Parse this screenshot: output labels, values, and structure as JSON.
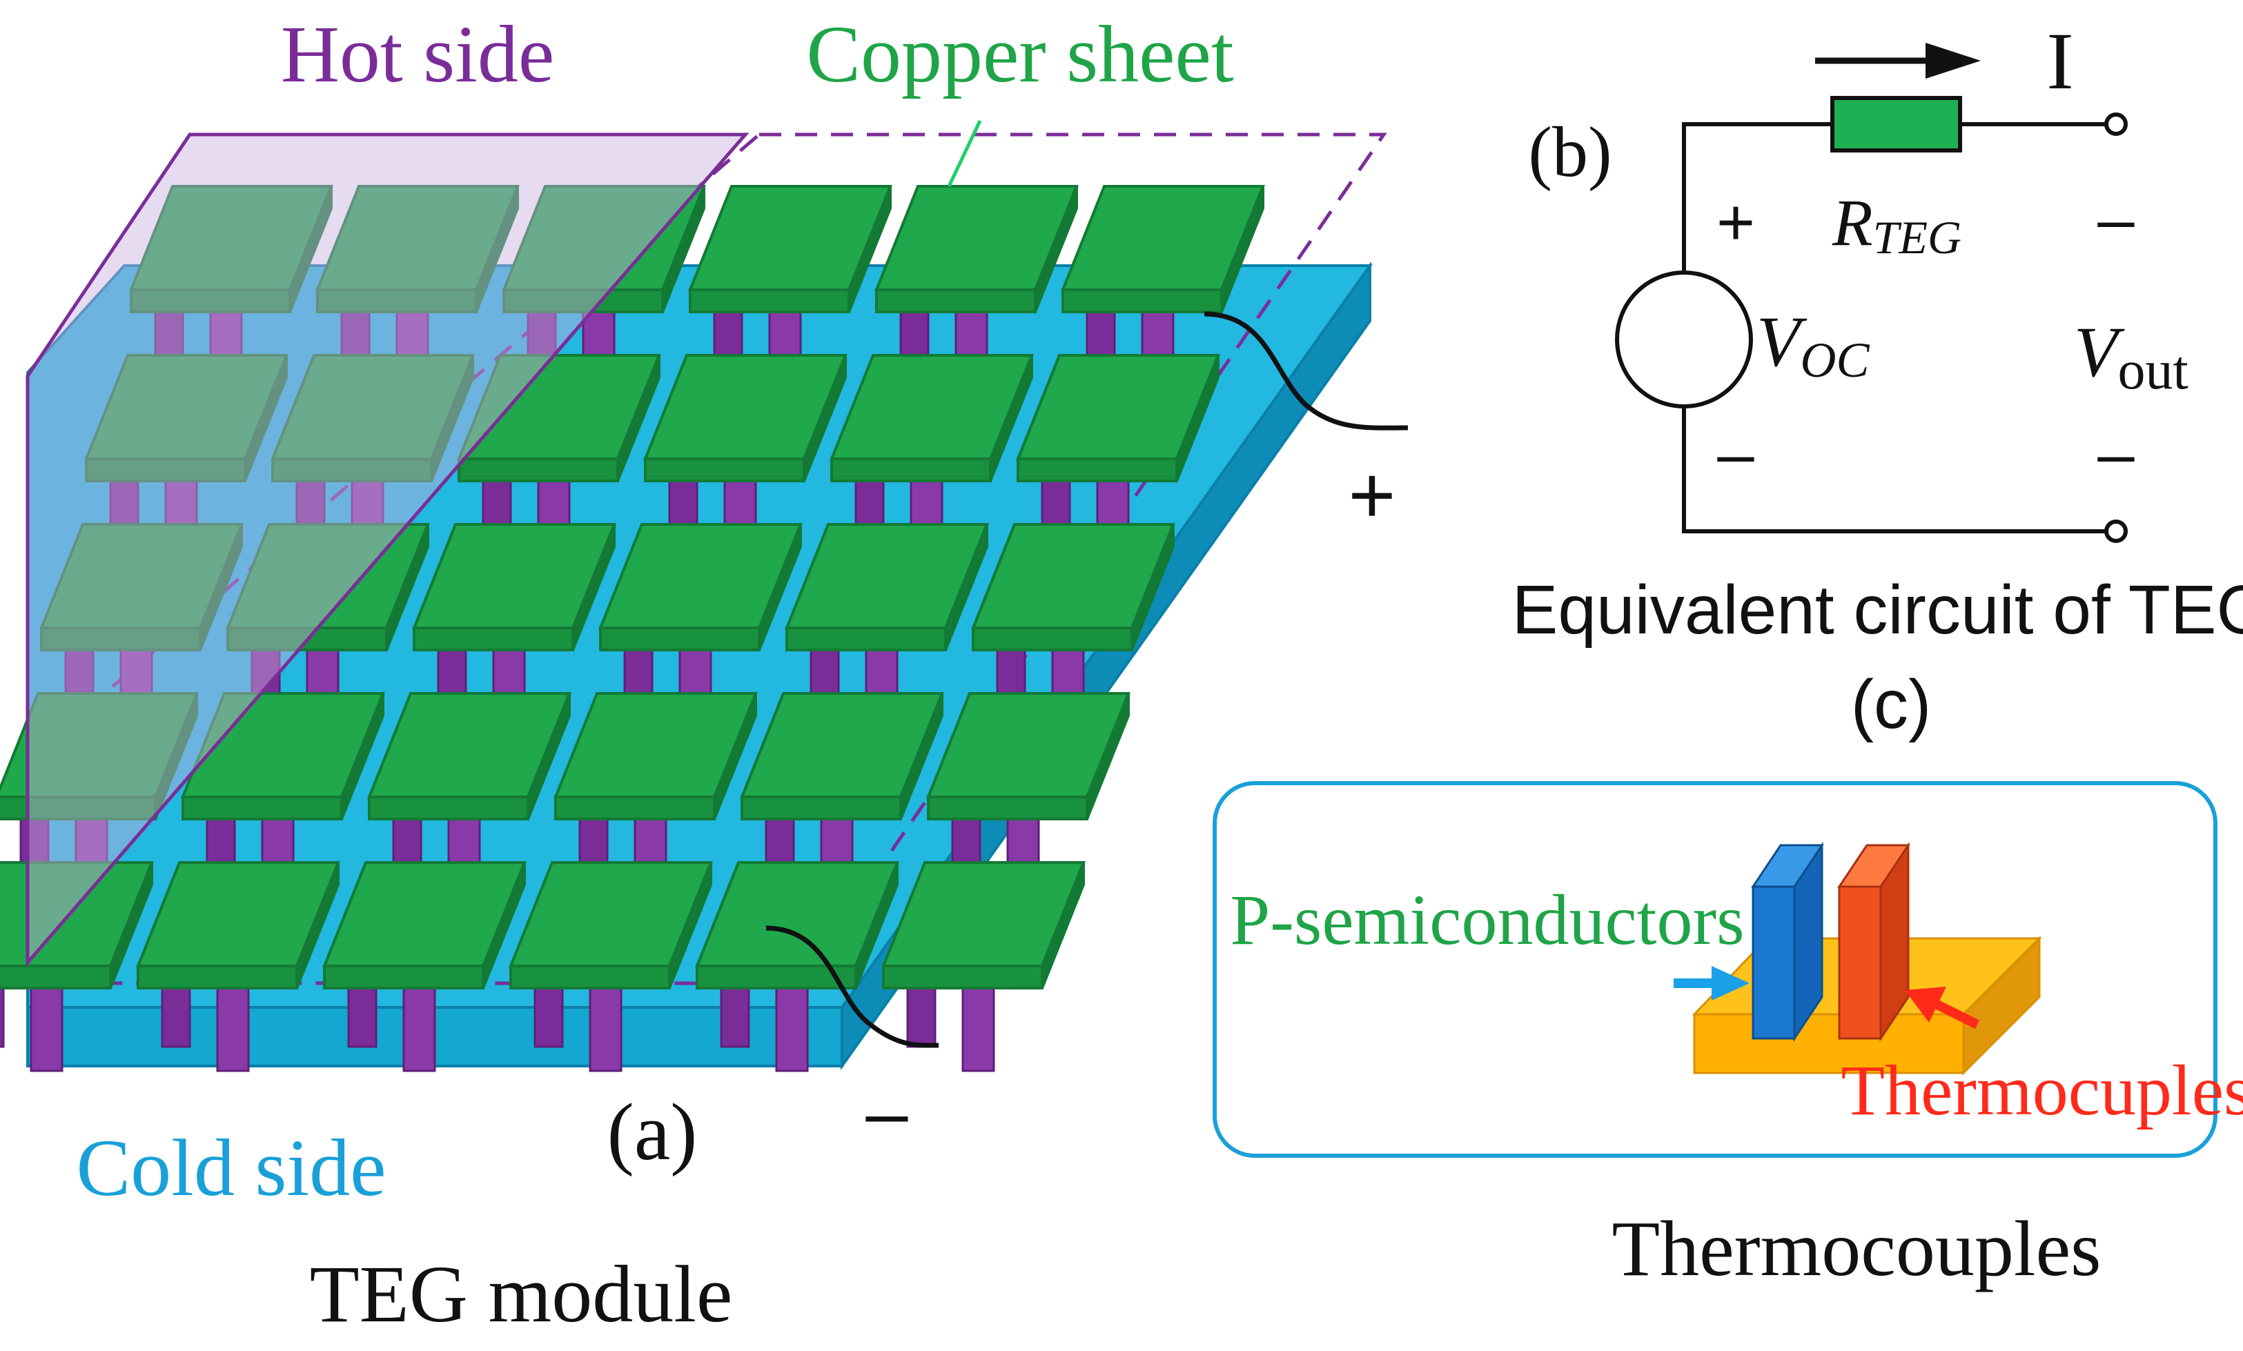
{
  "teg": {
    "hot_side": "Hot side",
    "copper_sheet": "Copper sheet",
    "plus": "+",
    "minus": "–",
    "panel": "(a)",
    "cold_side": "Cold side",
    "caption": "TEG module"
  },
  "circuit": {
    "panel": "(b)",
    "current": "I",
    "r_main": "R",
    "r_sub": "TEG",
    "src_plus": "+",
    "src_minus": "–",
    "out_plus": "–",
    "out_minus": "–",
    "voc_main": "V",
    "voc_sub": "OC",
    "vout_main": "V",
    "vout_sub": "out",
    "caption": "Equivalent circuit of TEG",
    "panel_c": "(c)"
  },
  "thermo": {
    "p_label": "P-semiconductors",
    "t_label": "Thermocuples",
    "caption": "Thermocouples"
  },
  "colors": {
    "hot": "#7a2d98",
    "copper": "#1fa447",
    "cold": "#1aa0d8",
    "red": "#ff2a1a",
    "black": "#111111"
  }
}
